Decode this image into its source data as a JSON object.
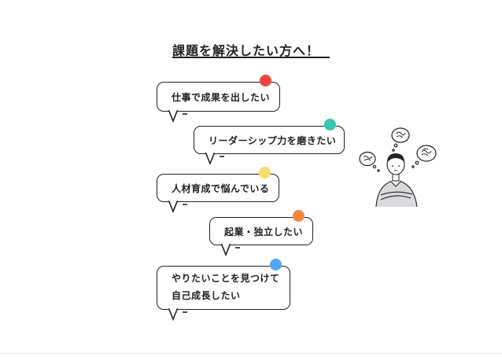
{
  "heading": {
    "title": "課題を解決したい方へ！"
  },
  "bubbles": [
    {
      "text": "仕事で成果を出したい",
      "dot_color": "#f0453a"
    },
    {
      "text": "リーダーシップ力を磨きたい",
      "dot_color": "#37c6b0"
    },
    {
      "text": "人材育成で悩んでいる",
      "dot_color": "#f5dd6a"
    },
    {
      "text": "起業・独立したい",
      "dot_color": "#f5893a"
    },
    {
      "text_line1": "やりたいことを見つけて",
      "text_line2": "自己成長したい",
      "dot_color": "#52a9f2"
    }
  ],
  "colors": {
    "ink": "#222222",
    "background": "#ffffff"
  },
  "illustration": {
    "name": "thinking-person-illustration"
  }
}
